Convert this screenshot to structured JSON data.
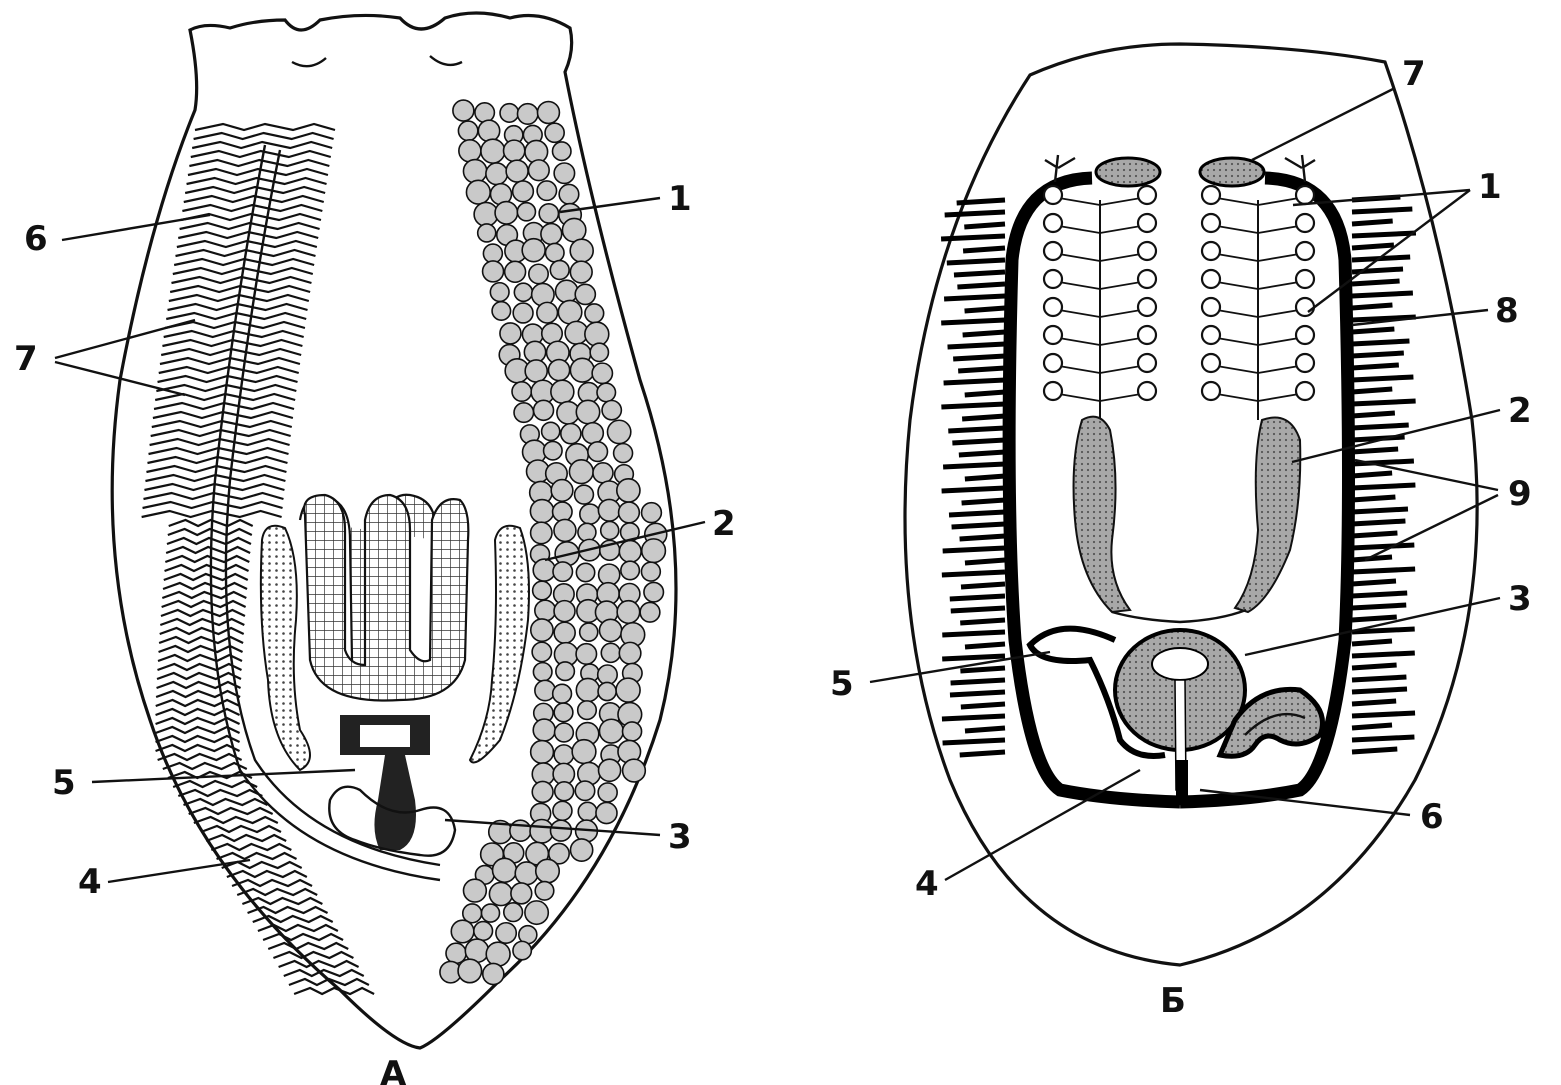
{
  "figure_a": {
    "caption": "А",
    "labels": [
      "1",
      "2",
      "3",
      "4",
      "5",
      "6",
      "7"
    ]
  },
  "figure_b": {
    "caption": "Б",
    "labels": [
      "1",
      "2",
      "3",
      "4",
      "5",
      "6",
      "7",
      "8",
      "9"
    ]
  },
  "colors": {
    "ink": "#111111",
    "paper": "#ffffff",
    "grey_fill": "#9a9a9a"
  }
}
